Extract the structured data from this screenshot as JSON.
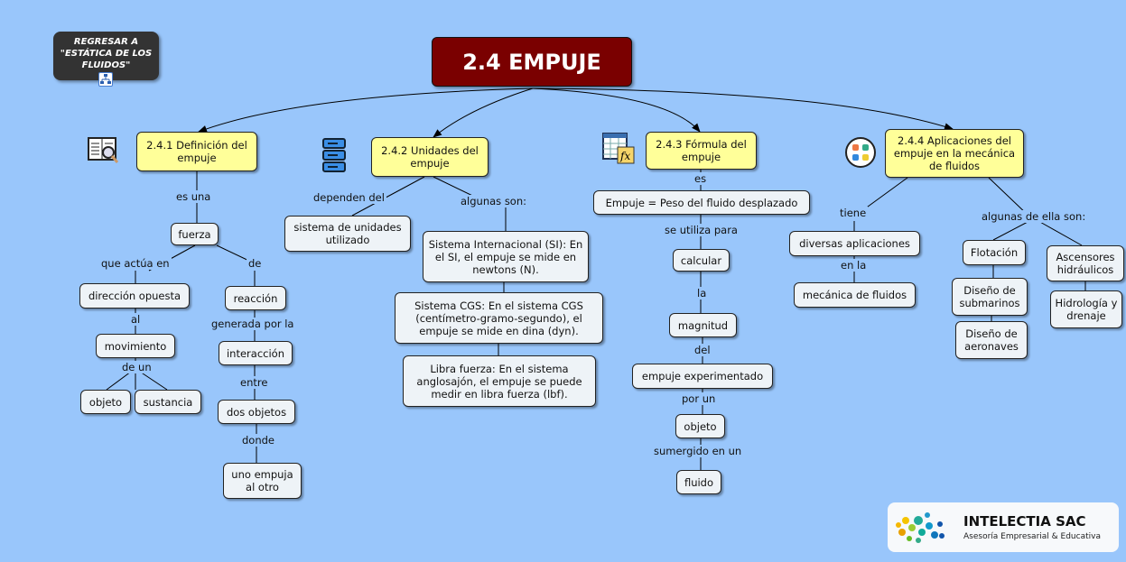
{
  "title": "2.4 EMPUJE",
  "back_button": {
    "label": "REGRESAR A \"ESTÁTICA DE LOS FLUIDOS\""
  },
  "sections": [
    {
      "label": "2.4.1 Definición del empuje",
      "icon": "book-search-icon"
    },
    {
      "label": "2.4.2 Unidades del empuje",
      "icon": "server-stack-icon"
    },
    {
      "label": "2.4.3 Fórmula del empuje",
      "icon": "spreadsheet-formula-icon"
    },
    {
      "label": "2.4.4 Aplicaciones del empuje en la mecánica de fluidos",
      "icon": "apps-grid-icon"
    }
  ],
  "s1": {
    "es_una": "es una",
    "fuerza": "fuerza",
    "que_actua_en": "que actúa en",
    "de": "de",
    "direccion": "dirección opuesta",
    "al": "al",
    "movimiento": "movimiento",
    "de_un": "de un",
    "objeto": "objeto",
    "sustancia": "sustancia",
    "reaccion": "reacción",
    "generada": "generada por la",
    "interaccion": "interacción",
    "entre": "entre",
    "dos_objetos": "dos objetos",
    "donde": "donde",
    "uno_empuja": "uno empuja al otro"
  },
  "s2": {
    "dependen": "dependen del",
    "sistema": "sistema de unidades utilizado",
    "algunas": "algunas son:",
    "si": "Sistema Internacional (SI): En el SI, el empuje se mide en newtons (N).",
    "cgs": "Sistema CGS: En el sistema CGS (centímetro-gramo-segundo), el empuje se mide en dina (dyn).",
    "libra": "Libra fuerza: En el sistema anglosajón, el empuje se puede medir en libra fuerza (lbf)."
  },
  "s3": {
    "es": "es",
    "formula": "Empuje = Peso del fluido desplazado",
    "se_utiliza": "se utiliza para",
    "calcular": "calcular",
    "la": "la",
    "magnitud": "magnitud",
    "del": "del",
    "empuje_exp": "empuje experimentado",
    "por_un": "por un",
    "objeto": "objeto",
    "sumergido": "sumergido en un",
    "fluido": "fluido"
  },
  "s4": {
    "tiene": "tiene",
    "diversas": "diversas aplicaciones",
    "en_la": "en la",
    "mecanica": "mecánica de fluidos",
    "algunas": "algunas de ella son:",
    "flotacion": "Flotación",
    "submarinos": "Diseño de submarinos",
    "aeronaves": "Diseño de aeronaves",
    "ascensores": "Ascensores hidráulicos",
    "hidrologia": "Hidrología y drenaje"
  },
  "logo": {
    "name": "INTELECTIA SAC",
    "tagline": "Asesoría Empresarial & Educativa"
  }
}
